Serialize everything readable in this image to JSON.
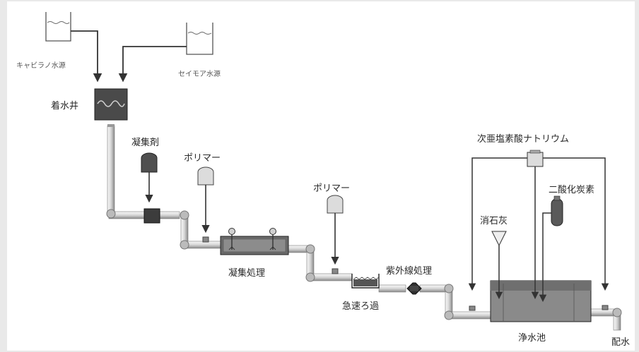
{
  "labels": {
    "source_kyabiranoo": "キャビラノ水源",
    "source_seimoa": "セイモア水源",
    "receiving_well": "着水井",
    "coagulant": "凝集剤",
    "polymer_1": "ポリマー",
    "polymer_2": "ポリマー",
    "coagulation": "凝集処理",
    "rapid_filtration": "急速ろ過",
    "uv_treatment": "紫外線処理",
    "sodium_hypochlorite": "次亜塩素酸ナトリウム",
    "carbon_dioxide": "二酸化炭素",
    "slaked_lime": "消石灰",
    "clear_water_tank": "浄水池",
    "distribution": "配水"
  }
}
